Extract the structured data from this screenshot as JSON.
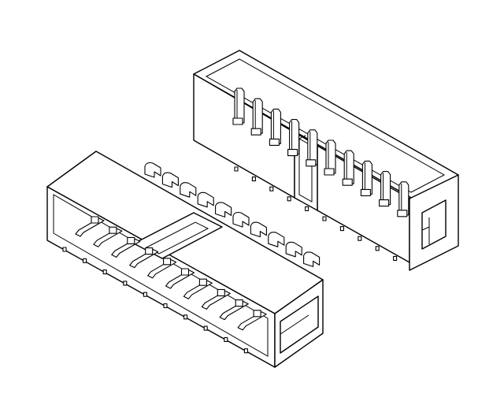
{
  "figure": {
    "subject": "connector-header-illustration",
    "views": [
      "right-angle-header",
      "straight-header"
    ],
    "pin_rows_visible": 2,
    "pins_per_row_visible": 10,
    "colors": {
      "line": "#000000",
      "fill": "#ffffff",
      "background": "#ffffff"
    }
  }
}
